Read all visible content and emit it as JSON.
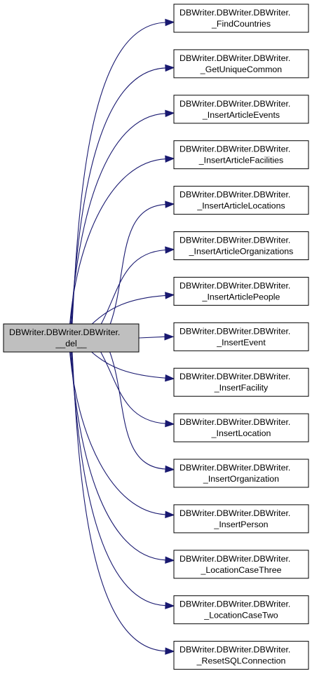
{
  "source": {
    "line1": "DBWriter.DBWriter.DBWriter.",
    "line2": "__del__",
    "fill": "#bfbfbf"
  },
  "callees": [
    {
      "line1": "DBWriter.DBWriter.DBWriter.",
      "line2": "_FindCountries"
    },
    {
      "line1": "DBWriter.DBWriter.DBWriter.",
      "line2": "_GetUniqueCommon"
    },
    {
      "line1": "DBWriter.DBWriter.DBWriter.",
      "line2": "_InsertArticleEvents"
    },
    {
      "line1": "DBWriter.DBWriter.DBWriter.",
      "line2": "_InsertArticleFacilities"
    },
    {
      "line1": "DBWriter.DBWriter.DBWriter.",
      "line2": "_InsertArticleLocations"
    },
    {
      "line1": "DBWriter.DBWriter.DBWriter.",
      "line2": "_InsertArticleOrganizations"
    },
    {
      "line1": "DBWriter.DBWriter.DBWriter.",
      "line2": "_InsertArticlePeople"
    },
    {
      "line1": "DBWriter.DBWriter.DBWriter.",
      "line2": "_InsertEvent"
    },
    {
      "line1": "DBWriter.DBWriter.DBWriter.",
      "line2": "_InsertFacility"
    },
    {
      "line1": "DBWriter.DBWriter.DBWriter.",
      "line2": "_InsertLocation"
    },
    {
      "line1": "DBWriter.DBWriter.DBWriter.",
      "line2": "_InsertOrganization"
    },
    {
      "line1": "DBWriter.DBWriter.DBWriter.",
      "line2": "_InsertPerson"
    },
    {
      "line1": "DBWriter.DBWriter.DBWriter.",
      "line2": "_LocationCaseThree"
    },
    {
      "line1": "DBWriter.DBWriter.DBWriter.",
      "line2": "_LocationCaseTwo"
    },
    {
      "line1": "DBWriter.DBWriter.DBWriter.",
      "line2": "_ResetSQLConnection"
    }
  ],
  "colors": {
    "edge": "#191970",
    "node_fill": "#ffffff",
    "node_border": "#000000"
  }
}
